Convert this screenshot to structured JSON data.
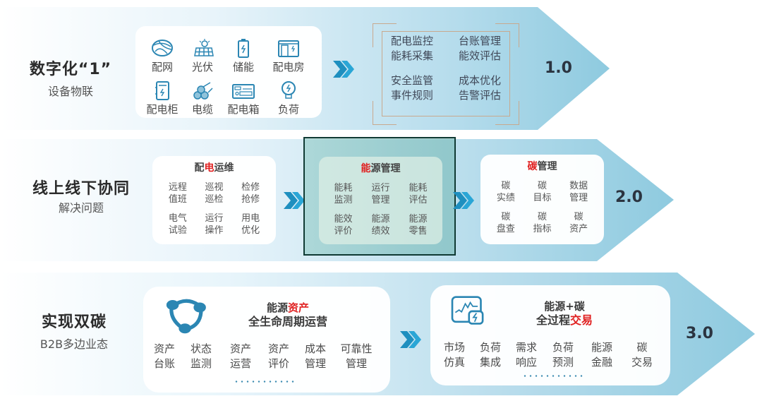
{
  "colors": {
    "band_light": "#eaf5fb",
    "band_dark": "#8ecadf",
    "chevron": "#1e8fbf",
    "accent_red": "#e02020",
    "icon_blue": "#2b86b3",
    "bracket": "#c8a98e",
    "highlight_border": "#103a34"
  },
  "stages": [
    {
      "title": "数字化“1”",
      "subtitle": "设备物联",
      "version": "1.0",
      "devices": [
        {
          "label": "配网",
          "icon": "grid-network-icon"
        },
        {
          "label": "光伏",
          "icon": "solar-panel-icon"
        },
        {
          "label": "储能",
          "icon": "battery-storage-icon"
        },
        {
          "label": "配电房",
          "icon": "substation-room-icon"
        },
        {
          "label": "配电柜",
          "icon": "switch-cabinet-icon"
        },
        {
          "label": "电缆",
          "icon": "cable-icon"
        },
        {
          "label": "配电箱",
          "icon": "distribution-box-icon"
        },
        {
          "label": "负荷",
          "icon": "load-bulb-icon"
        }
      ],
      "features": [
        "配电监控",
        "台账管理",
        "能耗采集",
        "能效评估",
        "安全监管",
        "成本优化",
        "事件规则",
        "告警评估"
      ]
    },
    {
      "title": "线上线下协同",
      "subtitle": "解决问题",
      "version": "2.0",
      "modules": [
        {
          "title_pre": "配",
          "title_red": "电",
          "title_post": "运维",
          "items": [
            "远程\n值班",
            "巡视\n巡检",
            "检修\n抢修",
            "电气\n试验",
            "运行\n操作",
            "用电\n优化"
          ]
        },
        {
          "title_pre": "",
          "title_red": "能",
          "title_post": "源管理",
          "items": [
            "能耗\n监测",
            "运行\n管理",
            "能耗\n评估",
            "能效\n评价",
            "能源\n绩效",
            "能源\n零售"
          ],
          "selected": true
        },
        {
          "title_pre": "",
          "title_red": "碳",
          "title_post": "管理",
          "items": [
            "碳\n实绩",
            "碳\n目标",
            "数据\n管理",
            "碳\n盘查",
            "碳\n指标",
            "碳\n资产"
          ]
        }
      ]
    },
    {
      "title": "实现双碳",
      "subtitle": "B2B多边业态",
      "version": "3.0",
      "modules": [
        {
          "title_line1_pre": "能源",
          "title_line1_red": "资产",
          "title_line2_pre": "全生命周期运营",
          "title_line2_red": "",
          "icon": "collaboration-cycle-icon",
          "items": [
            "资产\n台账",
            "状态\n监测",
            "资产\n运营",
            "资产\n评价",
            "成本\n管理",
            "可靠性\n管理"
          ]
        },
        {
          "title_line1_pre": "能源+碳",
          "title_line1_red": "",
          "title_line2_pre": "全过程",
          "title_line2_red": "交易",
          "icon": "market-chart-icon",
          "items": [
            "市场\n仿真",
            "负荷\n集成",
            "需求\n响应",
            "负荷\n预测",
            "能源\n金融",
            "碳\n交易"
          ]
        }
      ]
    }
  ]
}
